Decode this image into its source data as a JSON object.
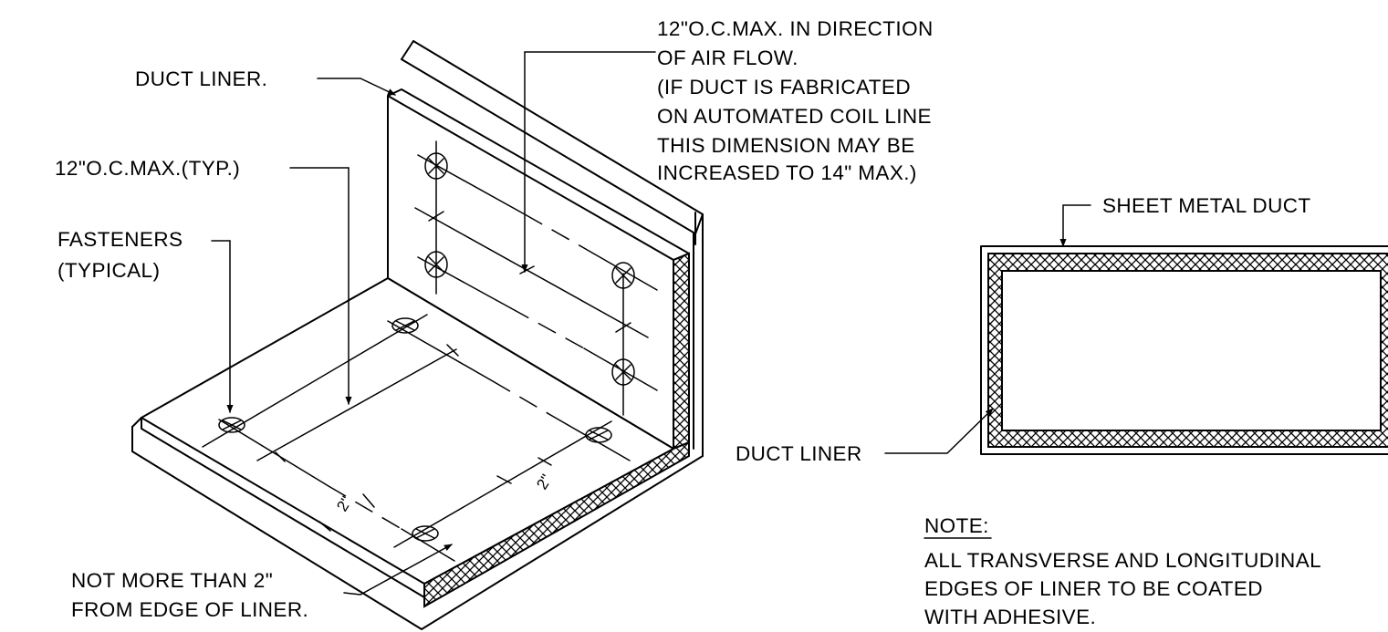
{
  "colors": {
    "ink": "#000000",
    "paper": "#ffffff"
  },
  "labels": {
    "duct_liner_top": "DUCT LINER.",
    "spacing_typ": "12\"O.C.MAX.(TYP.)",
    "fasteners_1": "FASTENERS",
    "fasteners_2": "(TYPICAL)",
    "airflow_1": "12\"O.C.MAX. IN DIRECTION",
    "airflow_2": "OF AIR FLOW.",
    "airflow_3": "(IF DUCT IS FABRICATED",
    "airflow_4": "ON AUTOMATED COIL LINE",
    "airflow_5": "THIS DIMENSION MAY BE",
    "airflow_6": "INCREASED TO 14\" MAX.)",
    "sheet_metal_duct": "SHEET METAL DUCT",
    "duct_liner_section": "DUCT LINER",
    "edge_1": "NOT MORE THAN 2\"",
    "edge_2": "FROM EDGE OF LINER.",
    "dim_left": "2\"",
    "dim_right": "2\""
  },
  "note": {
    "heading": "NOTE:",
    "line_1": "ALL TRANSVERSE AND LONGITUDINAL",
    "line_2": "EDGES OF LINER TO BE COATED",
    "line_3": "WITH ADHESIVE."
  }
}
